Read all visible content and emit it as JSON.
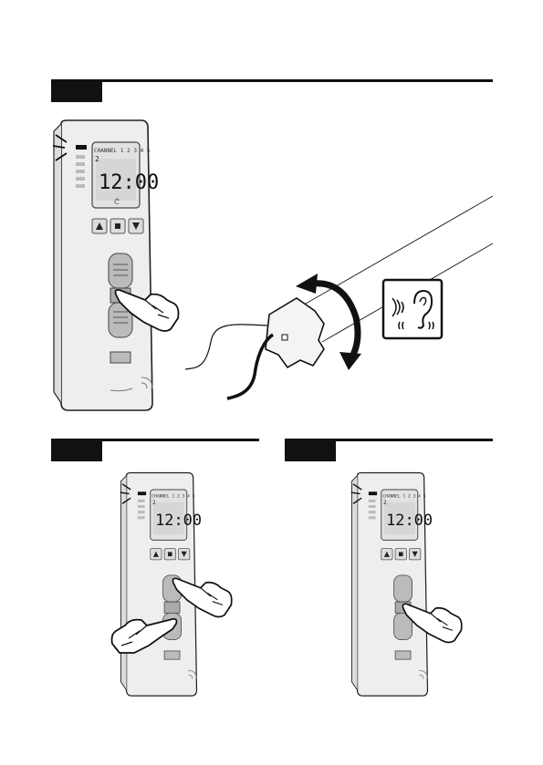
{
  "remote": {
    "channel_label": "CHANNEL 1 2 3 4 5",
    "channel_number": "2",
    "time": "12:00",
    "buttons": [
      "up-arrow",
      "stop",
      "down-arrow"
    ],
    "colors": {
      "body": "#eeeeee",
      "lcd": "#dcdcdc",
      "outline": "#222222",
      "keys": "#bbbbbb"
    }
  },
  "icons": [
    "hand-pointer-icon",
    "ear-icon",
    "sound-wave-icon",
    "rotation-arrow-icon",
    "signal-light-icon"
  ]
}
